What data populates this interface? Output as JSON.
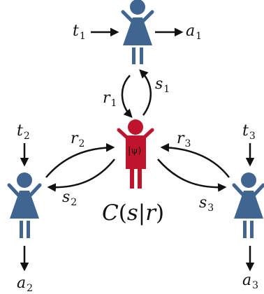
{
  "colors": {
    "receiver": "#3f6590",
    "central": "#c0142c",
    "arrow": "#111111"
  },
  "labels": {
    "t1": {
      "sym": "t",
      "sub": "1"
    },
    "a1": {
      "sym": "a",
      "sub": "1"
    },
    "r1": {
      "sym": "r",
      "sub": "1"
    },
    "s1": {
      "sym": "s",
      "sub": "1"
    },
    "t2": {
      "sym": "t",
      "sub": "2"
    },
    "a2": {
      "sym": "a",
      "sub": "2"
    },
    "r2": {
      "sym": "r",
      "sub": "2"
    },
    "s2": {
      "sym": "s",
      "sub": "2"
    },
    "t3": {
      "sym": "t",
      "sub": "3"
    },
    "a3": {
      "sym": "a",
      "sub": "3"
    },
    "r3": {
      "sym": "r",
      "sub": "3"
    },
    "s3": {
      "sym": "s",
      "sub": "3"
    }
  },
  "central_state": "|ψ⟩",
  "channel_function": {
    "name": "C",
    "open": "(",
    "s": "s",
    "bar": "|",
    "r": "r",
    "close": ")"
  }
}
